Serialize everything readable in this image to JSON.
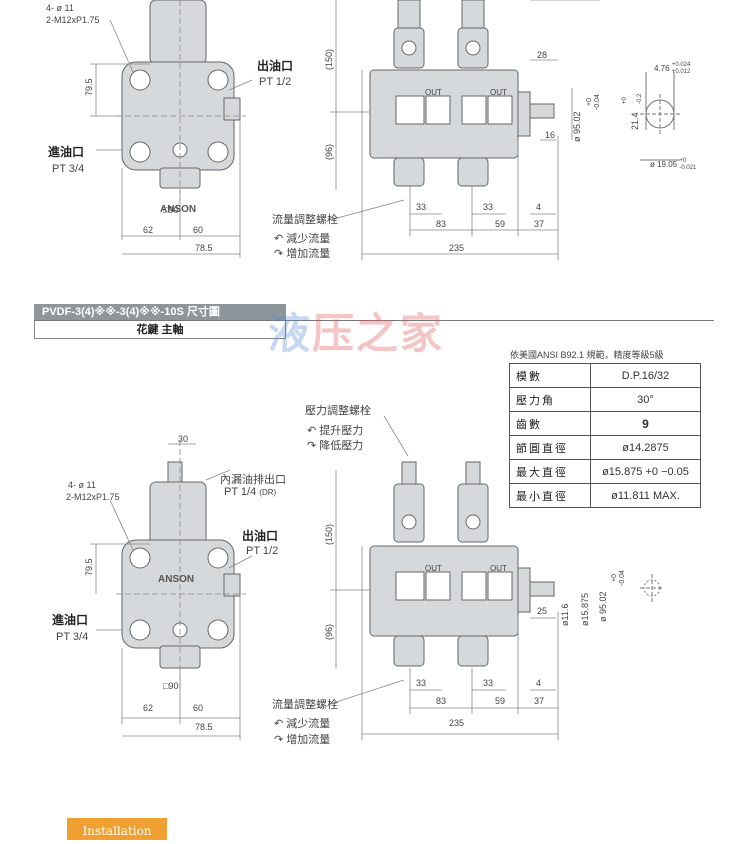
{
  "top": {
    "hole_spec": "4- ø 11",
    "thread_spec": "2-M12xP1.75",
    "dim_79_5": "79.5",
    "outlet_title": "出油口",
    "outlet_pt": "PT 1/2",
    "inlet_title": "進油口",
    "inlet_pt": "PT 3/4",
    "sq90": "□90",
    "dim_62": "62",
    "dim_60": "60",
    "dim_78_5": "78.5",
    "brand": "ANSON",
    "dim_150": "(150)",
    "dim_96": "(96)",
    "out_label": "OUT",
    "dim_28": "28",
    "dim_16": "16",
    "dia_95": "ø 95.02",
    "dia_95_tol_top": "+0",
    "dia_95_tol_bot": "-0.04",
    "dim_33a": "33",
    "dim_33b": "33",
    "dim_4": "4",
    "dim_83": "83",
    "dim_59": "59",
    "dim_37": "37",
    "dim_235": "235",
    "flow_title": "流量調整螺栓",
    "flow_decrease": "減少流量",
    "flow_increase": "增加流量",
    "key_476": "4.76",
    "key_476_tol_top": "+0.024",
    "key_476_tol_bot": "+0.012",
    "key_214": "21.4",
    "key_214_tol_top": "+0",
    "key_214_tol_bot": "-0.2",
    "shaft_1905": "ø 19.05",
    "shaft_1905_tol_top": "+0",
    "shaft_1905_tol_bot": "-0.021"
  },
  "section": {
    "title": "PVDF-3(4)※※-3(4)※※-10S 尺寸圖",
    "subtitle": "花鍵 主軸"
  },
  "watermark": {
    "part1": "液",
    "part2": "压",
    "part3": "之家"
  },
  "spec": {
    "caption": "依美國ANSI B92.1 規範，精度等級5級",
    "rows": [
      {
        "k": "模數",
        "v": "D.P.16/32"
      },
      {
        "k": "壓力角",
        "v": "30°"
      },
      {
        "k": "齒數",
        "v": "9"
      },
      {
        "k": "節圓直徑",
        "v": "ø14.2875"
      },
      {
        "k": "最大直徑",
        "v": "ø15.875 +0 −0.05"
      },
      {
        "k": "最小直徑",
        "v": "ø11.811 MAX."
      }
    ]
  },
  "bottom": {
    "pressure_title": "壓力調整螺栓",
    "pressure_up": "提升壓力",
    "pressure_down": "降低壓力",
    "dim_30": "30",
    "drain_title": "內漏油排出口",
    "drain_pt": "PT 1/4",
    "drain_dr": "(DR)",
    "hole_spec": "4- ø 11",
    "thread_spec": "2-M12xP1.75",
    "dim_79_5": "79.5",
    "outlet_title": "出油口",
    "outlet_pt": "PT 1/2",
    "inlet_title": "進油口",
    "inlet_pt": "PT 3/4",
    "sq90": "□90",
    "dim_62": "62",
    "dim_60": "60",
    "dim_78_5": "78.5",
    "brand": "ANSON",
    "dim_150": "(150)",
    "dim_96": "(96)",
    "out_label": "OUT",
    "dim_25": "25",
    "dia_116": "ø11.6",
    "dia_15875": "ø15.875",
    "dia_95": "ø 95.02",
    "dia_95_tol_top": "+0",
    "dia_95_tol_bot": "-0.04",
    "dim_33a": "33",
    "dim_33b": "33",
    "dim_4": "4",
    "dim_83": "83",
    "dim_59": "59",
    "dim_37": "37",
    "dim_235": "235",
    "flow_title": "流量調整螺栓",
    "flow_decrease": "減少流量",
    "flow_increase": "增加流量"
  },
  "install_button": "Installation"
}
